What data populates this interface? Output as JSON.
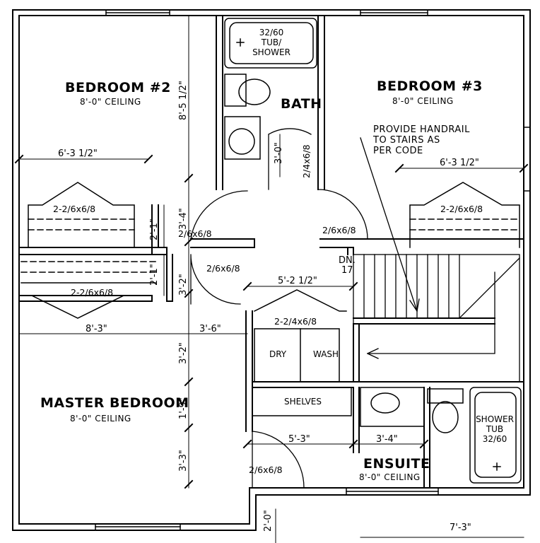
{
  "rooms": {
    "bedroom2": {
      "name": "BEDROOM #2",
      "ceiling": "8'-0\" CEILING"
    },
    "bedroom3": {
      "name": "BEDROOM #3",
      "ceiling": "8'-0\" CEILING"
    },
    "bath": {
      "name": "BATH"
    },
    "master": {
      "name": "MASTER BEDROOM",
      "ceiling": "8'-0\" CEILING"
    },
    "ensuite": {
      "name": "ENSUITE",
      "ceiling": "8'-0\" CEILING"
    }
  },
  "fixtures": {
    "tub_size": "32/60",
    "tub_line1": "TUB/",
    "tub_line2": "SHOWER",
    "dry": "DRY",
    "wash": "WASH",
    "shelves": "SHELVES",
    "shower_line1": "SHOWER",
    "shower_line2": "TUB",
    "shower_size": "32/60"
  },
  "doors": {
    "closet_b2": "2-2/6x6/8",
    "closet_b3": "2-2/6x6/8",
    "closet_master": "2-2/6x6/8",
    "laundry": "2-2/4x6/8",
    "bath_door": "2/4x6/8",
    "door_b2": "2/6x6/8",
    "door_b3": "2/6x6/8",
    "door_master": "2/6x6/8",
    "door_ensuite": "2/6x6/8"
  },
  "stairs": {
    "line1": "DN.",
    "line2": "17"
  },
  "note": {
    "line1": "PROVIDE HANDRAIL",
    "line2": "TO STAIRS AS",
    "line3": "PER CODE"
  },
  "dimensions": {
    "b2_width": "6'-3 1/2\"",
    "b3_width": "6'-3 1/2\"",
    "master_width": "8'-3\"",
    "hall_width": "3'-6\"",
    "laundry_width": "5'-2 1/2\"",
    "ensuite_a": "5'-3\"",
    "ensuite_b": "3'-4\"",
    "bottom_right": "7'-3\"",
    "v_b2_depth": "8'-5 1/2\"",
    "v_hall_a": "3'-4\"",
    "v_closet_b2": "2'-1\"",
    "v_closet_m": "2'-1\"",
    "v_hall_b": "3'-2\"",
    "v_master_a": "3'-2\"",
    "v_master_b": "1'-9\"",
    "v_master_c": "3'-3\"",
    "v_bath": "3'-0\"",
    "v_bottom": "2'-0\""
  }
}
